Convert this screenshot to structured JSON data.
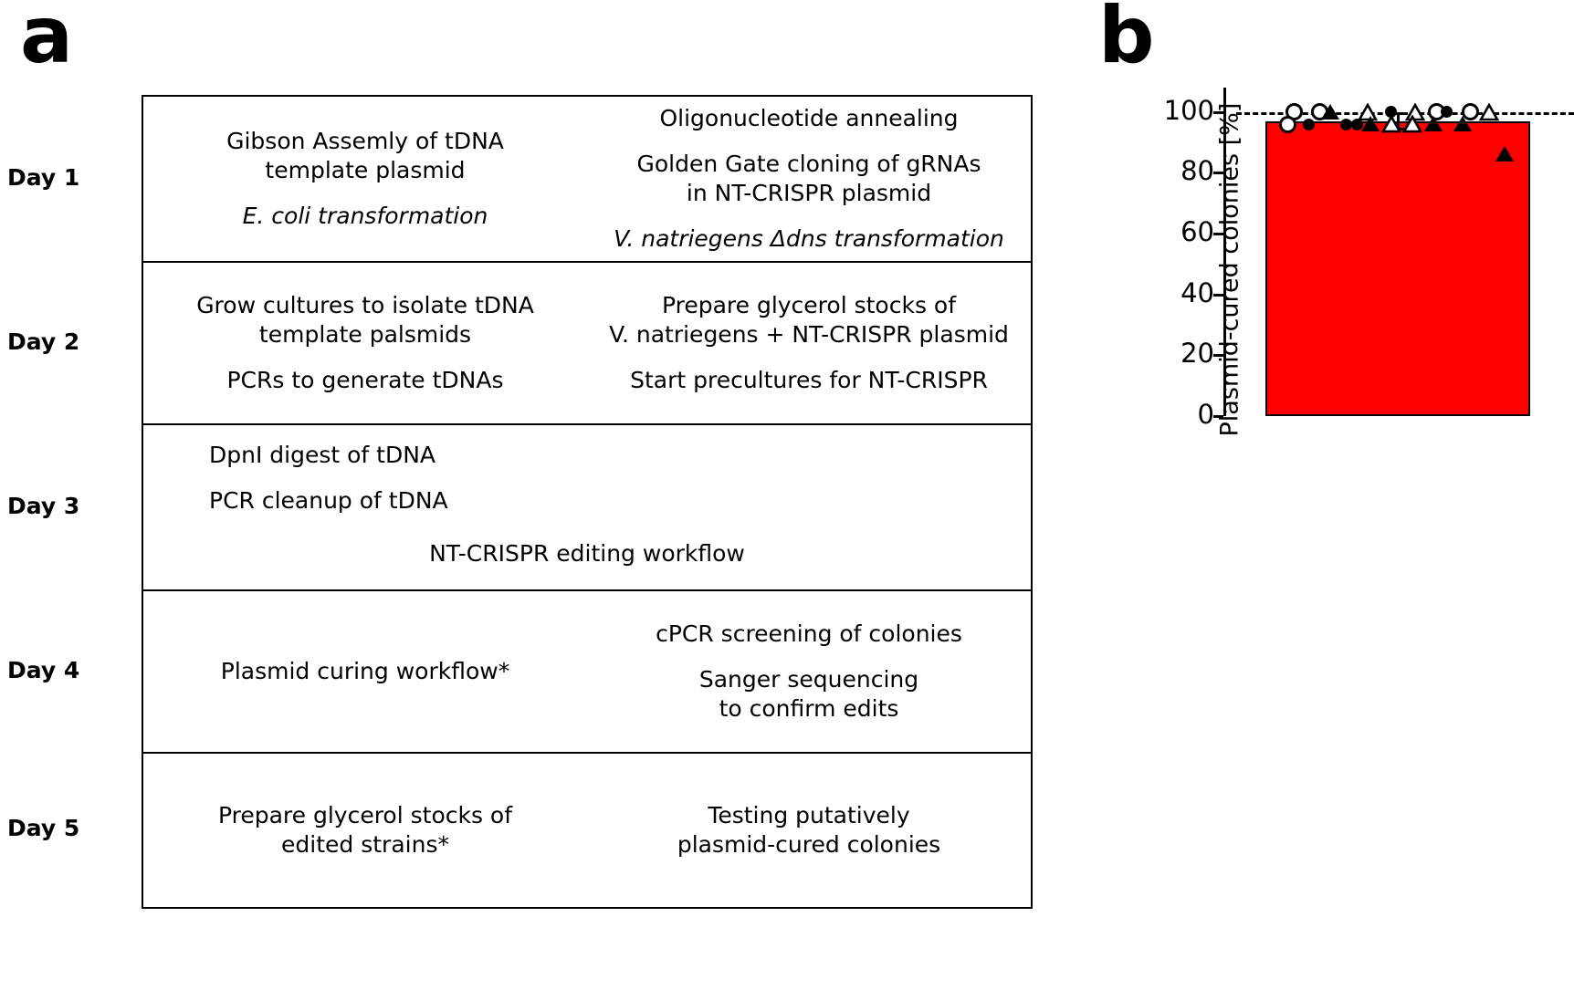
{
  "panels": {
    "a": {
      "letter": "a"
    },
    "b": {
      "letter": "b"
    }
  },
  "workflow": {
    "days": [
      {
        "label": "Day 1",
        "left": [
          "Gibson Assemly of tDNA\ntemplate plasmid",
          "E. coli transformation"
        ],
        "left_italic": [
          false,
          true
        ],
        "right": [
          "Oligonucleotide annealing",
          "Golden Gate cloning of gRNAs\nin NT-CRISPR plasmid",
          "V. natriegens Δdns transformation"
        ],
        "right_italic": [
          false,
          false,
          true
        ]
      },
      {
        "label": "Day 2",
        "left": [
          "Grow cultures to isolate tDNA\ntemplate palsmids",
          "PCRs to generate tDNAs"
        ],
        "left_italic": [
          false,
          false
        ],
        "right": [
          "Prepare glycerol stocks of\nV. natriegens + NT-CRISPR plasmid",
          "Start precultures for NT-CRISPR"
        ],
        "right_italic": [
          false,
          false
        ]
      },
      {
        "label": "Day 3",
        "left": [
          "DpnI digest of tDNA",
          "PCR cleanup of tDNA"
        ],
        "left_italic": [
          false,
          false
        ],
        "right": [],
        "right_italic": [],
        "full_width_item": "NT-CRISPR editing workflow"
      },
      {
        "label": "Day 4",
        "left": [
          "Plasmid curing workflow*"
        ],
        "left_italic": [
          false
        ],
        "right": [
          "cPCR screening of colonies",
          "Sanger sequencing\nto confirm edits"
        ],
        "right_italic": [
          false,
          false
        ]
      },
      {
        "label": "Day 5",
        "left": [
          "Prepare glycerol stocks of\nedited strains*"
        ],
        "left_italic": [
          false
        ],
        "right": [
          "Testing putatively\nplasmid-cured colonies"
        ],
        "right_italic": [
          false
        ]
      }
    ]
  },
  "chart_data": {
    "type": "bar",
    "title": "",
    "xlabel": "",
    "ylabel": "Plasmid-cured colonies [%]",
    "categories": [
      ""
    ],
    "values": [
      97
    ],
    "error": [
      2.5
    ],
    "ylim": [
      0,
      108
    ],
    "yticks": [
      100,
      80,
      60,
      40,
      20,
      0
    ],
    "ytick_labels": [
      "100",
      "80",
      "60",
      "40",
      "20",
      "0"
    ],
    "grid": false,
    "legend": "none",
    "bar_color": "#ff0000",
    "bar_edge_color": "#000000",
    "reference_line": {
      "value": 100,
      "style": "dashed",
      "color": "#000000"
    },
    "points": [
      {
        "value": 100,
        "marker": "circle-open",
        "x_frac": 0.11
      },
      {
        "value": 100,
        "marker": "circle-open",
        "x_frac": 0.205
      },
      {
        "value": 100,
        "marker": "triangle-filled",
        "x_frac": 0.245
      },
      {
        "value": 100,
        "marker": "triangle-open",
        "x_frac": 0.385
      },
      {
        "value": 100,
        "marker": "circle-filled",
        "x_frac": 0.475
      },
      {
        "value": 100,
        "marker": "triangle-open",
        "x_frac": 0.565
      },
      {
        "value": 100,
        "marker": "circle-open",
        "x_frac": 0.645
      },
      {
        "value": 100,
        "marker": "circle-filled",
        "x_frac": 0.685
      },
      {
        "value": 100,
        "marker": "circle-open",
        "x_frac": 0.775
      },
      {
        "value": 100,
        "marker": "triangle-open",
        "x_frac": 0.845
      },
      {
        "value": 96,
        "marker": "circle-open",
        "x_frac": 0.085
      },
      {
        "value": 96,
        "marker": "circle-filled",
        "x_frac": 0.165
      },
      {
        "value": 96,
        "marker": "circle-filled",
        "x_frac": 0.305
      },
      {
        "value": 96,
        "marker": "circle-filled",
        "x_frac": 0.345
      },
      {
        "value": 96,
        "marker": "triangle-filled",
        "x_frac": 0.395
      },
      {
        "value": 96,
        "marker": "triangle-open",
        "x_frac": 0.475
      },
      {
        "value": 96,
        "marker": "triangle-open",
        "x_frac": 0.555
      },
      {
        "value": 96,
        "marker": "triangle-filled",
        "x_frac": 0.635
      },
      {
        "value": 96,
        "marker": "triangle-filled",
        "x_frac": 0.745
      },
      {
        "value": 86,
        "marker": "triangle-filled",
        "x_frac": 0.905
      }
    ]
  }
}
